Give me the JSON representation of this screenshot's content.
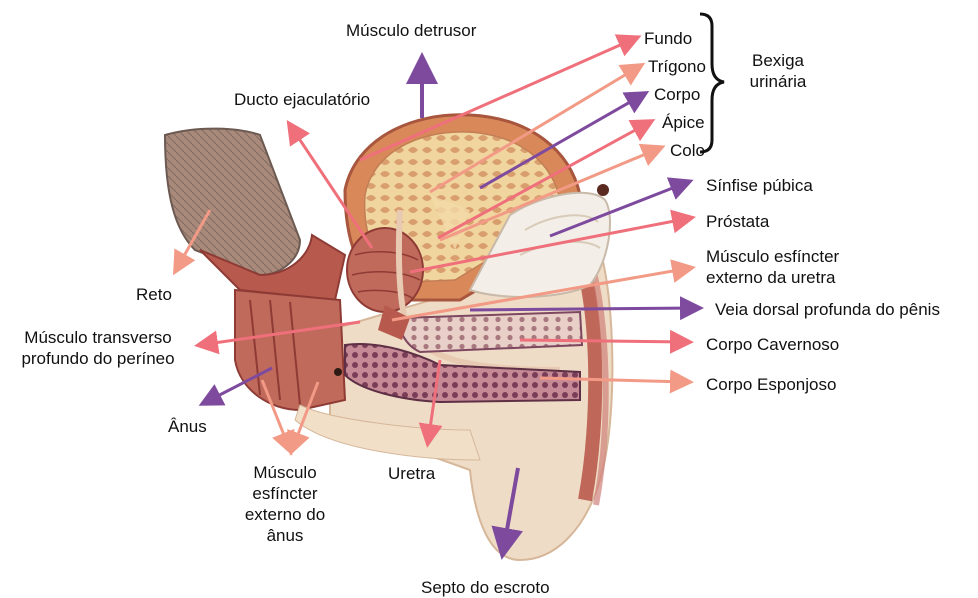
{
  "colors": {
    "arrow_pink": "#ef6f7b",
    "arrow_salmon": "#f29a86",
    "arrow_purple": "#7d4a9e",
    "muscle": "#b75a4d",
    "muscle_dark": "#8e3b35",
    "tissue": "#f2cfa0",
    "spongy": "#7e4760",
    "skin": "#efdcc6"
  },
  "labels": {
    "musculo_detrusor": "Músculo detrusor",
    "ducto_ejaculatorio": "Ducto ejaculatório",
    "fundo": "Fundo",
    "trigono": "Trígono",
    "corpo": "Corpo",
    "apice": "Ápice",
    "colo": "Colo",
    "bexiga": "Bexiga\nurinária",
    "sinfise": "Sínfise púbica",
    "prostata": "Próstata",
    "esfincter_uretra": "Músculo esfíncter\nexterno da uretra",
    "veia_dorsal": "Veia dorsal profunda do pênis",
    "corpo_cavernoso": "Corpo Cavernoso",
    "corpo_esponjoso": "Corpo Esponjoso",
    "reto": "Reto",
    "transverso": "Músculo transverso\nprofundo do períneo",
    "anus": "Ânus",
    "esfincter_anus": "Músculo\nesfíncter\nexterno do\nânus",
    "uretra": "Uretra",
    "septo": "Septo do escroto"
  }
}
